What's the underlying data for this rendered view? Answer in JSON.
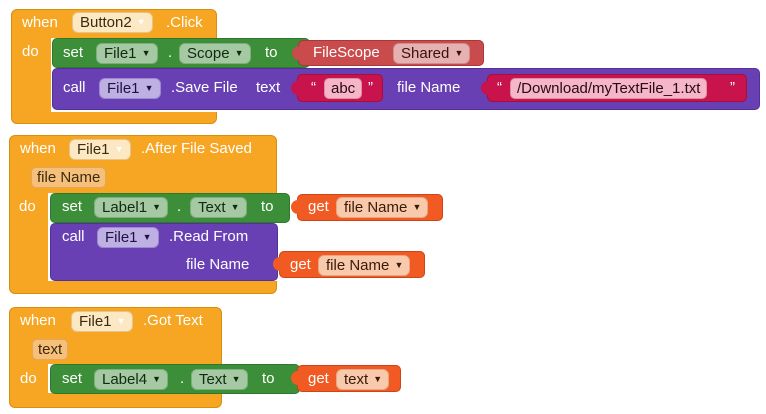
{
  "events": [
    {
      "when_label": "when",
      "component": "Button2",
      "event": ".Click",
      "do_label": "do",
      "set": {
        "set_label": "set",
        "component": "File1",
        "dot": ".",
        "property": "Scope",
        "to_label": "to",
        "value_label": "FileScope",
        "value_option": "Shared"
      },
      "call": {
        "call_label": "call",
        "component": "File1",
        "method": ".Save File",
        "arg1_label": "text",
        "arg1_open_quote": "“",
        "arg1_value": "abc",
        "arg1_close_quote": "”",
        "arg2_label": "file Name",
        "arg2_open_quote": "“",
        "arg2_value": "/Download/myTextFile_1.txt",
        "arg2_close_quote": "”"
      }
    },
    {
      "when_label": "when",
      "component": "File1",
      "event": ".After File Saved",
      "param": "file Name",
      "do_label": "do",
      "set": {
        "set_label": "set",
        "component": "Label1",
        "dot": ".",
        "property": "Text",
        "to_label": "to",
        "get_label": "get",
        "get_var": "file Name"
      },
      "call": {
        "call_label": "call",
        "component": "File1",
        "method": ".Read From",
        "arg1_label": "file Name",
        "get_label": "get",
        "get_var": "file Name"
      }
    },
    {
      "when_label": "when",
      "component": "File1",
      "event": ".Got Text",
      "param": "text",
      "do_label": "do",
      "set": {
        "set_label": "set",
        "component": "Label4",
        "dot": ".",
        "property": "Text",
        "to_label": "to",
        "get_label": "get",
        "get_var": "text"
      }
    }
  ],
  "icons": {
    "dropdown_arrow": "▼"
  },
  "colors": {
    "event": "#f6a623",
    "setter": "#3c8f38",
    "call": "#6840b3",
    "getter": "#f15a22",
    "string": "#c9134c",
    "filescope": "#c94b4b"
  }
}
